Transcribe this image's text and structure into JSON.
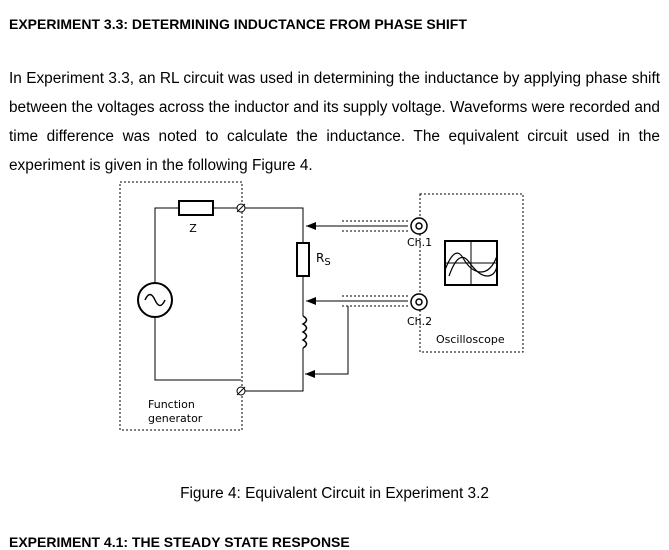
{
  "section": {
    "heading": "EXPERIMENT 3.3: DETERMINING INDUCTANCE FROM PHASE SHIFT",
    "paragraph": "In Experiment 3.3, an RL circuit was used in determining the inductance by applying phase shift between the voltages across the inductor and its supply voltage. Waveforms were recorded and time difference was noted to calculate the inductance. The equivalent circuit used in the experiment is given in the following Figure 4."
  },
  "figure": {
    "labels": {
      "z": "Z",
      "rs": "Rs",
      "ch1": "Ch.1",
      "ch2": "Ch.2",
      "oscilloscope": "Oscilloscope",
      "function_generator_line1": "Function",
      "function_generator_line2": "generator"
    },
    "caption": "Figure 4: Equivalent Circuit in Experiment 3.2"
  },
  "next_heading": "EXPERIMENT 4.1: THE STEADY STATE RESPONSE"
}
